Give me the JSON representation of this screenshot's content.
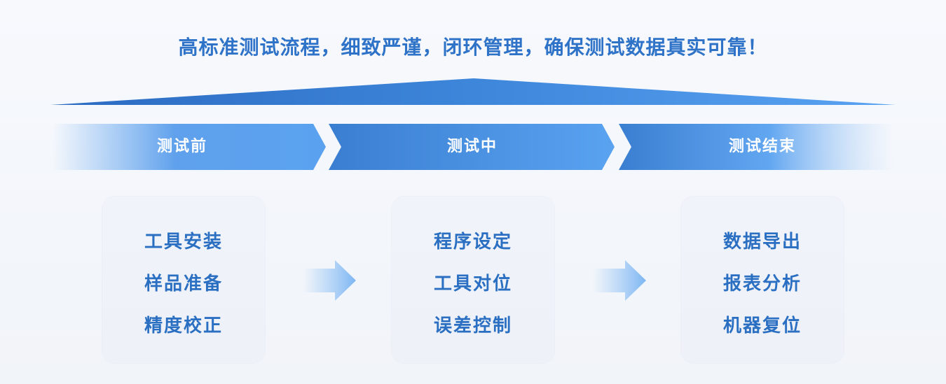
{
  "headline": "高标准测试流程，细致严谨，闭环管理，确保测试数据真实可靠！",
  "stages": [
    {
      "label": "测试前",
      "items": [
        "工具安装",
        "样品准备",
        "精度校正"
      ]
    },
    {
      "label": "测试中",
      "items": [
        "程序设定",
        "工具对位",
        "误差控制"
      ]
    },
    {
      "label": "测试结束",
      "items": [
        "数据导出",
        "报表分析",
        "机器复位"
      ]
    }
  ],
  "colors": {
    "primary": "#2f73c8",
    "stage_dark": "#3b7fd2",
    "stage_light": "#5aa2f0",
    "card_bg": "#eef2f8"
  }
}
